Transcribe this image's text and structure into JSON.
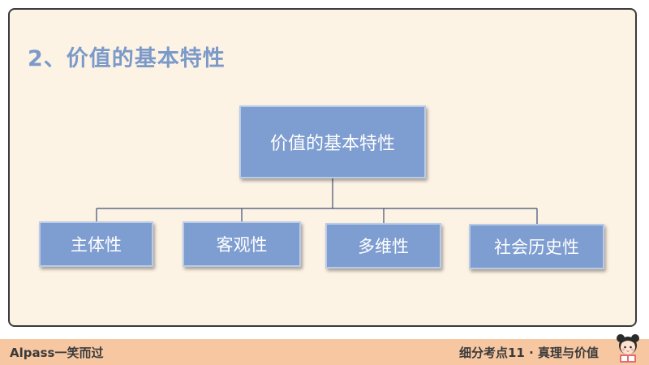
{
  "slide": {
    "heading": "2、价值的基本特性"
  },
  "diagram": {
    "root": "价值的基本特性",
    "children": [
      "主体性",
      "客观性",
      "多维性",
      "社会历史性"
    ]
  },
  "footer": {
    "left": "Alpass一笑而过",
    "right": "细分考点11 · 真理与价值"
  },
  "colors": {
    "box_fill": "#7e9dd0",
    "heading": "#7c9ac9",
    "panel_bg": "#fdf3e5",
    "footer_bg": "#f7c7a2"
  },
  "icons": {
    "mascot": "girl-mascot-icon"
  }
}
